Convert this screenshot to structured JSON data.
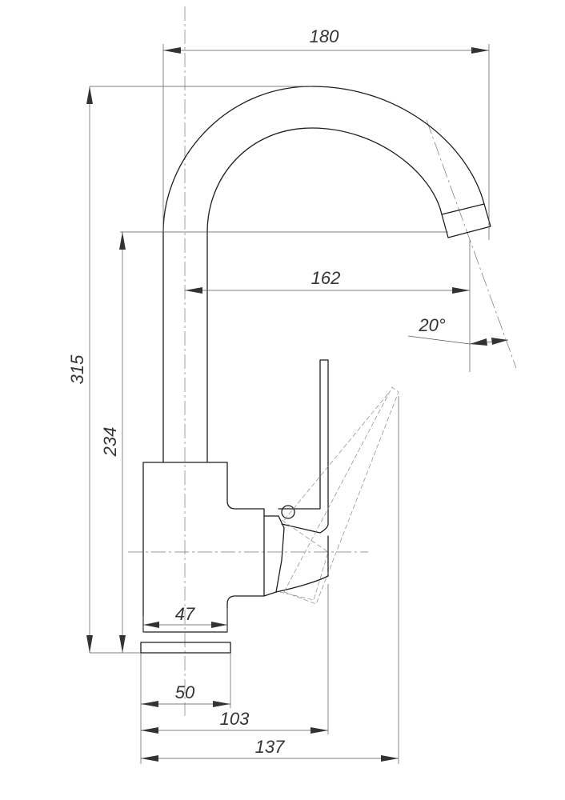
{
  "dimensions": {
    "overall_width": "180",
    "spout_reach": "162",
    "spout_angle": "20°",
    "overall_height": "315",
    "outlet_height": "234",
    "body_width": "47",
    "base_width": "50",
    "handle_reach": "103",
    "total_depth": "137"
  }
}
